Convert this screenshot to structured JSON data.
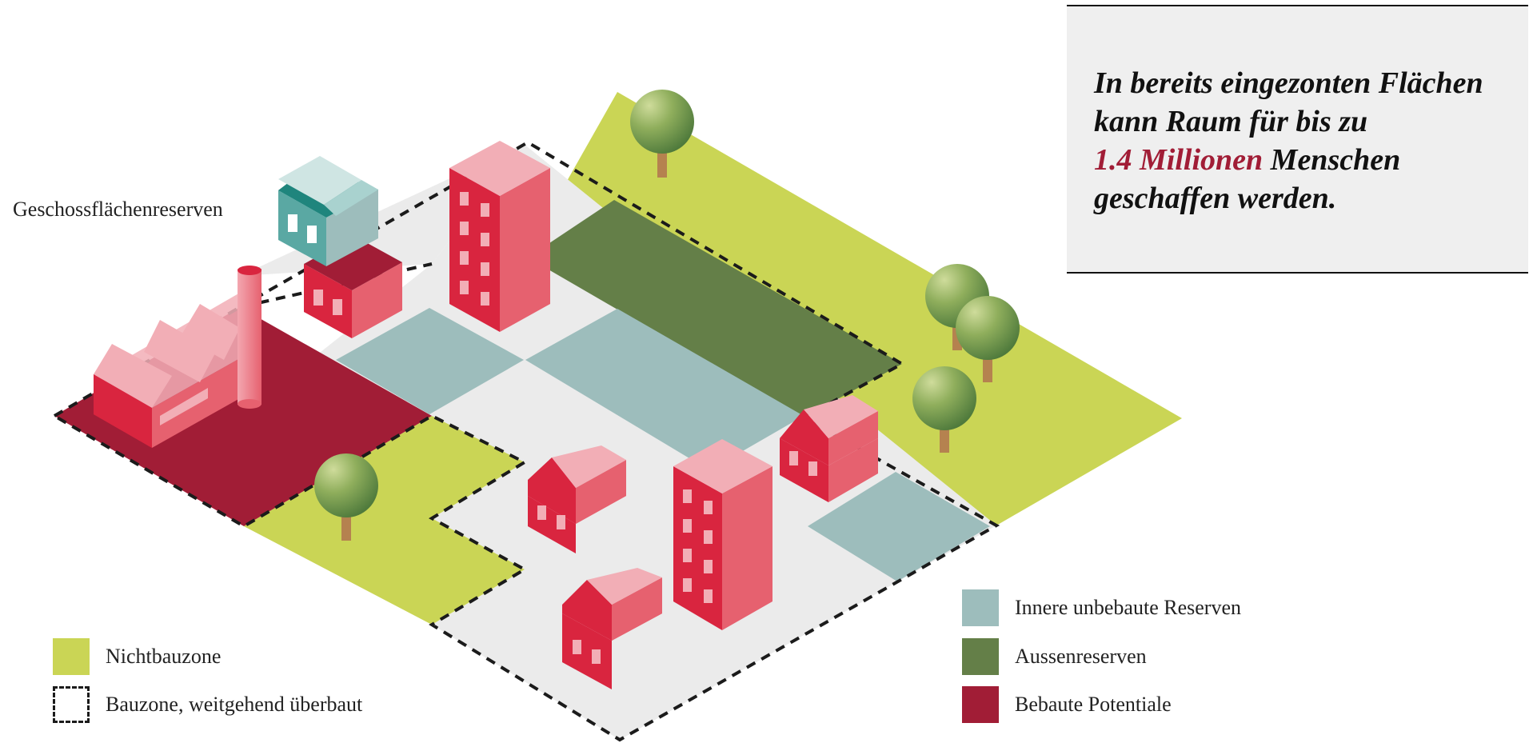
{
  "callout": {
    "line1": "In bereits eingezonten Flächen",
    "line2": "kann Raum für bis zu",
    "highlight": "1.4 Millionen",
    "line3_rest": " Menschen",
    "line4": "geschaffen werden."
  },
  "labels": {
    "geschossflaechen": "Geschossflächenreserven"
  },
  "legend_left": [
    {
      "label": "Nichtbauzone",
      "color": "#cad555"
    },
    {
      "label": "Bauzone, weitgehend überbaut",
      "style": "dashed"
    }
  ],
  "legend_right": [
    {
      "label": "Innere unbebaute Reserven",
      "color": "#9dbdbc"
    },
    {
      "label": "Aussenreserven",
      "color": "#647f48"
    },
    {
      "label": "Bebaute Potentiale",
      "color": "#a11d36"
    }
  ],
  "colors": {
    "nichtbauzone": "#cad555",
    "innere_reserven": "#9dbdbc",
    "aussenreserven": "#647f48",
    "bebaute_potentiale": "#a11d36",
    "bauzone_ground": "#ebebeb",
    "building_front": "#d9253f",
    "building_side": "#e6616f",
    "building_roof": "#f2aeb6",
    "highlight": "#a11d36"
  }
}
